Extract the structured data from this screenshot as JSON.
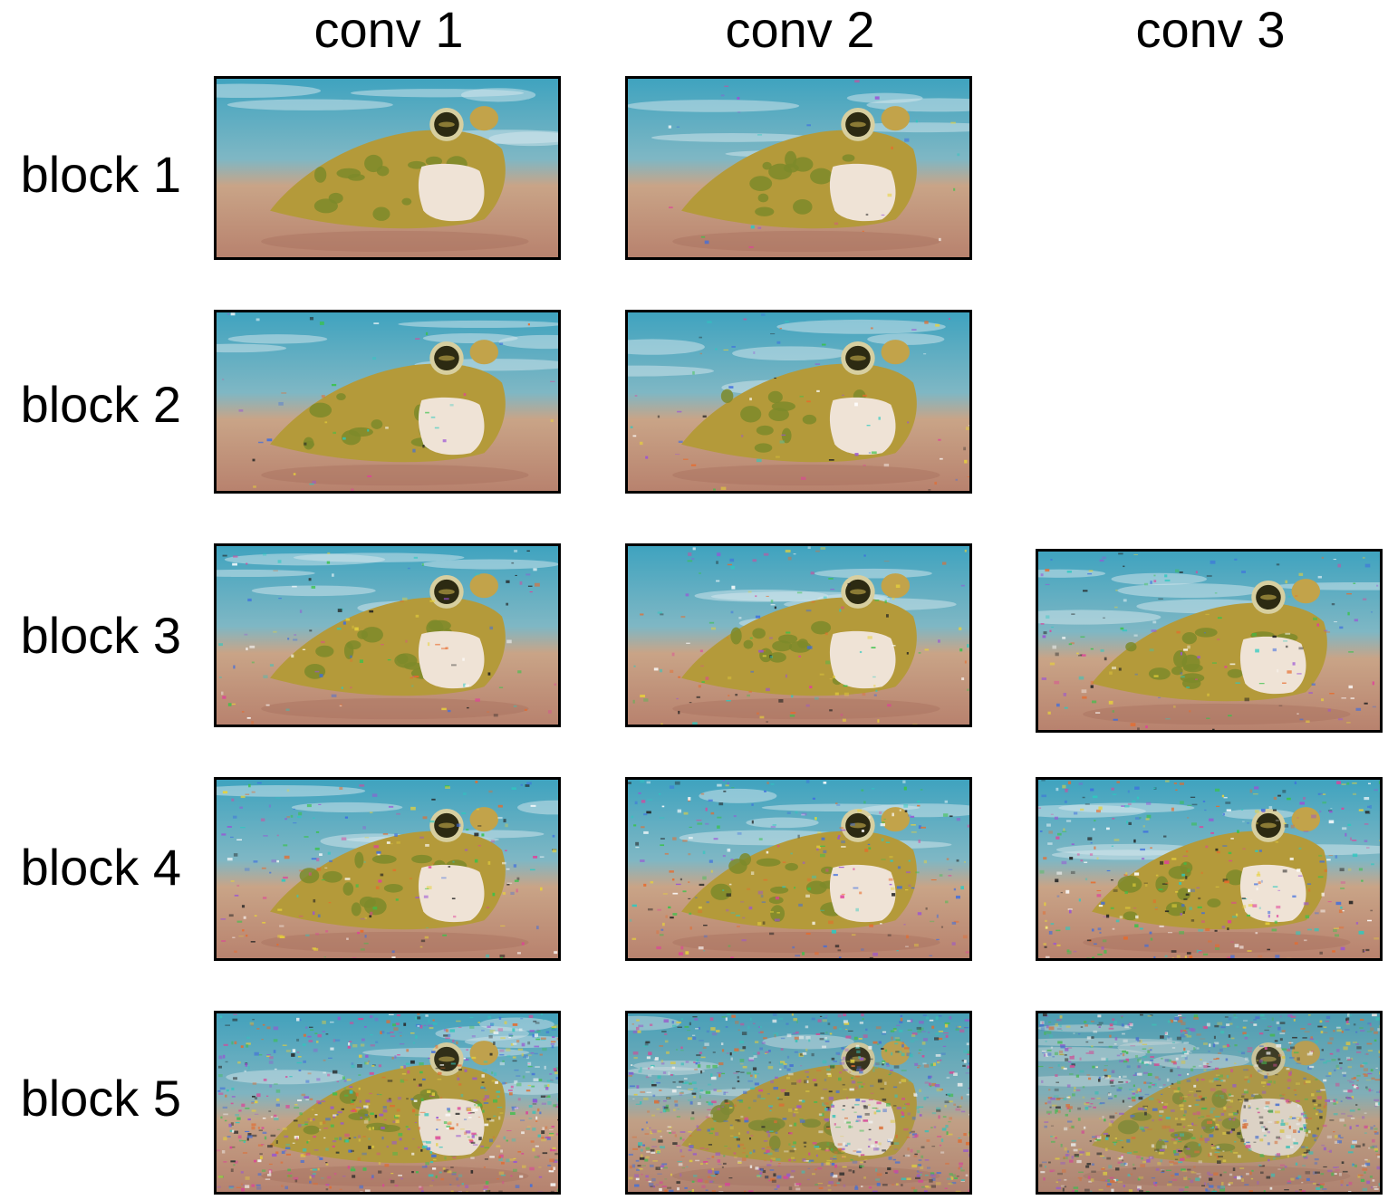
{
  "columns": [
    "conv 1",
    "conv 2",
    "conv 3"
  ],
  "rows": [
    "block 1",
    "block 2",
    "block 3",
    "block 4",
    "block 5"
  ],
  "cells": [
    {
      "row": 1,
      "col": 1,
      "present": true,
      "noise": 0.0
    },
    {
      "row": 1,
      "col": 2,
      "present": true,
      "noise": 0.02
    },
    {
      "row": 1,
      "col": 3,
      "present": false,
      "noise": 0
    },
    {
      "row": 2,
      "col": 1,
      "present": true,
      "noise": 0.03
    },
    {
      "row": 2,
      "col": 2,
      "present": true,
      "noise": 0.05
    },
    {
      "row": 2,
      "col": 3,
      "present": false,
      "noise": 0
    },
    {
      "row": 3,
      "col": 1,
      "present": true,
      "noise": 0.08
    },
    {
      "row": 3,
      "col": 2,
      "present": true,
      "noise": 0.1
    },
    {
      "row": 3,
      "col": 3,
      "present": true,
      "noise": 0.12
    },
    {
      "row": 4,
      "col": 1,
      "present": true,
      "noise": 0.15
    },
    {
      "row": 4,
      "col": 2,
      "present": true,
      "noise": 0.2
    },
    {
      "row": 4,
      "col": 3,
      "present": true,
      "noise": 0.28
    },
    {
      "row": 5,
      "col": 1,
      "present": true,
      "noise": 0.6
    },
    {
      "row": 5,
      "col": 2,
      "present": true,
      "noise": 0.75
    },
    {
      "row": 5,
      "col": 3,
      "present": true,
      "noise": 0.88
    }
  ],
  "image_subject": "frog-photo",
  "colors": {
    "water": "#3fa3bf",
    "sand": "#c9a487",
    "frog_body": "#b49a3a",
    "frog_spots": "#7c8a2a",
    "belly": "#efe3d6",
    "eye": "#2c2a12",
    "border": "#000000"
  }
}
